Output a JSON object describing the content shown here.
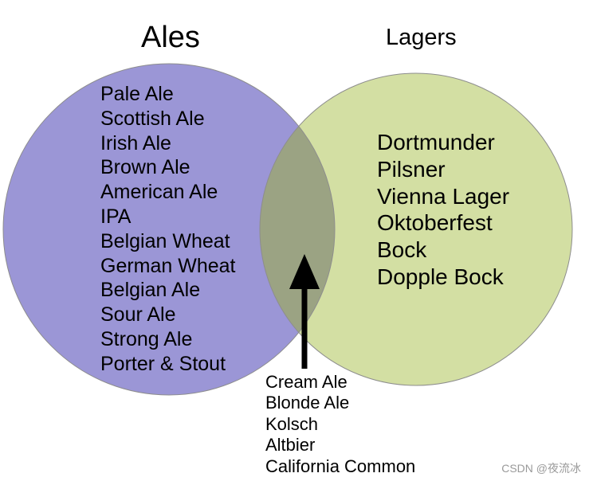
{
  "diagram": {
    "colors": {
      "ales_fill": "#9b96d6",
      "lagers_fill": "#d3dfa3",
      "overlap_fill": "#9ba383",
      "outline": "#8d8d8d",
      "arrow": "#000000"
    },
    "ales": {
      "title": "Ales",
      "items": [
        "Pale Ale",
        "Scottish Ale",
        "Irish Ale",
        "Brown Ale",
        "American Ale",
        "IPA",
        "Belgian Wheat",
        "German Wheat",
        "Belgian Ale",
        "Sour Ale",
        "Strong Ale",
        "Porter & Stout"
      ]
    },
    "lagers": {
      "title": "Lagers",
      "items": [
        "Dortmunder",
        "Pilsner",
        "Vienna Lager",
        "Oktoberfest",
        "Bock",
        "Dopple Bock"
      ]
    },
    "both": {
      "items": [
        "Cream Ale",
        "Blonde Ale",
        "Kolsch",
        "Altbier",
        "California Common"
      ]
    }
  },
  "watermark": "CSDN @夜流冰"
}
